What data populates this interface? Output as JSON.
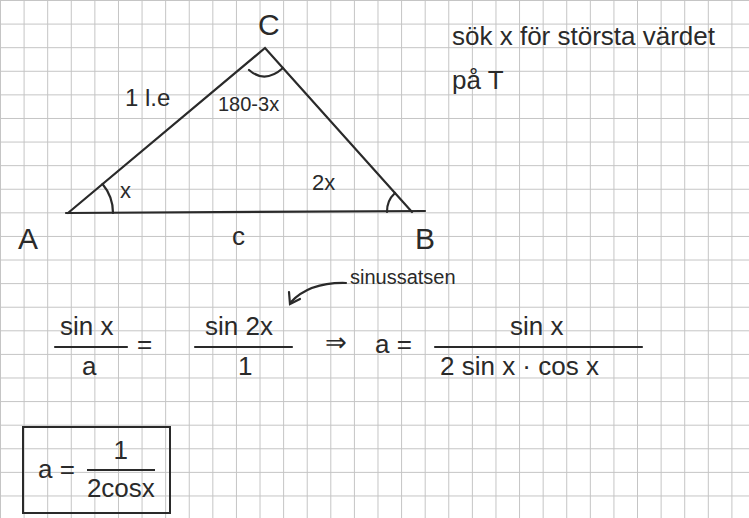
{
  "diagram": {
    "nodes": [
      {
        "text": [
          "a =",
          "1",
          "2cosx"
        ]
      }
    ],
    "labels": [
      "C",
      "1 l.e",
      "180-3x",
      "x",
      "2x",
      "A",
      "c",
      "B",
      "sök x för största värdet på T",
      "sinussatsen",
      "sin x",
      "a",
      "=",
      "sin 2x",
      "1",
      "⇒",
      "a =",
      "sin x",
      "2 sin x · cos x"
    ]
  }
}
